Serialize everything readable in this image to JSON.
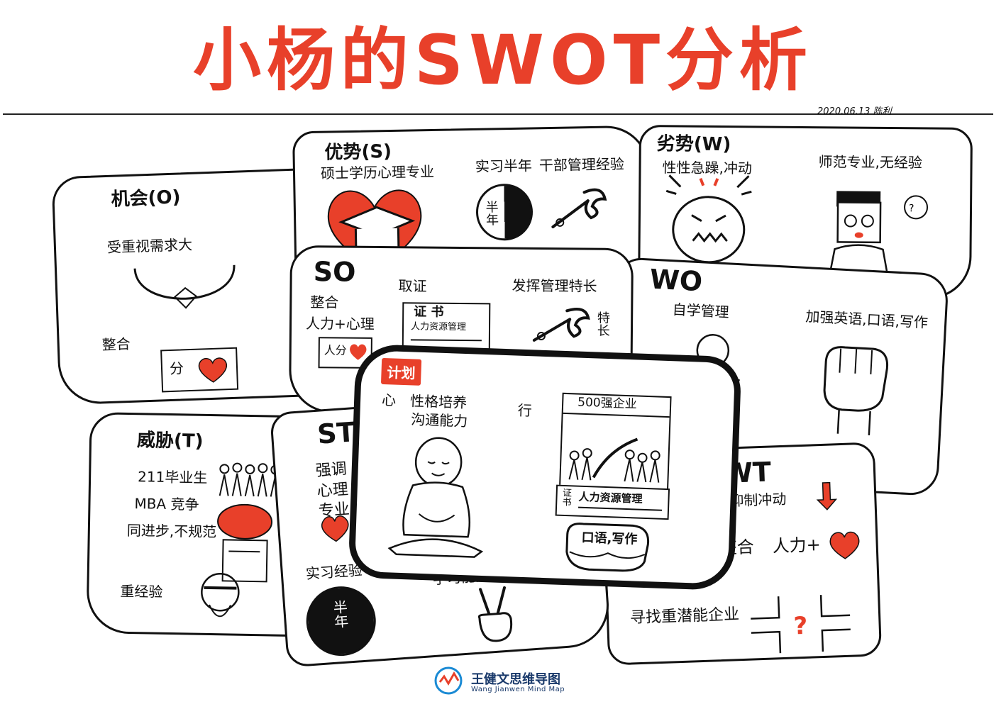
{
  "title": "小杨的SWOT分析",
  "date": "2020.06.13 陈利",
  "cards": {
    "opportunity": {
      "title": "机会(O)",
      "demand": "受重视需求大",
      "integrate": "整合",
      "icon_text": "分"
    },
    "strength": {
      "title": "优势(S)",
      "degree": "硕士学历心理专业",
      "internship": "实习半年",
      "management": "干部管理经验",
      "badge": "半年"
    },
    "weakness": {
      "title": "劣势(W)",
      "trait": "性性急躁,冲动",
      "major": "师范专业,无经验"
    },
    "so": {
      "title": "SO",
      "integrate": "整合",
      "integrate_sub": "人力+心理",
      "cert": "取证",
      "cert_box": "证 书",
      "cert_box_sub": "人力资源管理",
      "mgmt": "发挥管理特长",
      "special": "特长",
      "icon_text": "人分"
    },
    "wo": {
      "title": "WO",
      "self_manage": "自学管理",
      "english": "加强英语,口语,写作"
    },
    "plan": {
      "tag": "计划",
      "heart_label": "心",
      "personality": "性格培养",
      "communication": "沟通能力",
      "action": "行",
      "company": "500强企业",
      "cert_hr": "人力资源管理",
      "cert_left": "证书",
      "fist_text": "口语,写作"
    },
    "threat": {
      "title": "威胁(T)",
      "graduates": "211毕业生",
      "mba": "MBA 竞争",
      "progress": "同进步,不规范",
      "experience": "重经验"
    },
    "st": {
      "title": "ST",
      "major": "强调心理专业",
      "internship": "实习经验",
      "ability": "学习能力,适应能力强",
      "badge": "半年"
    },
    "wt": {
      "title": "WT",
      "control": "抑制冲动",
      "integrate": "整合",
      "integrate_sub": "人力+",
      "find": "寻找重潜能企业"
    }
  },
  "logo": {
    "name": "王健文思维导图",
    "sub": "Wang Jianwen Mind Map"
  },
  "colors": {
    "accent": "#e8402a",
    "ink": "#111111",
    "logo": "#1a3a6b"
  }
}
